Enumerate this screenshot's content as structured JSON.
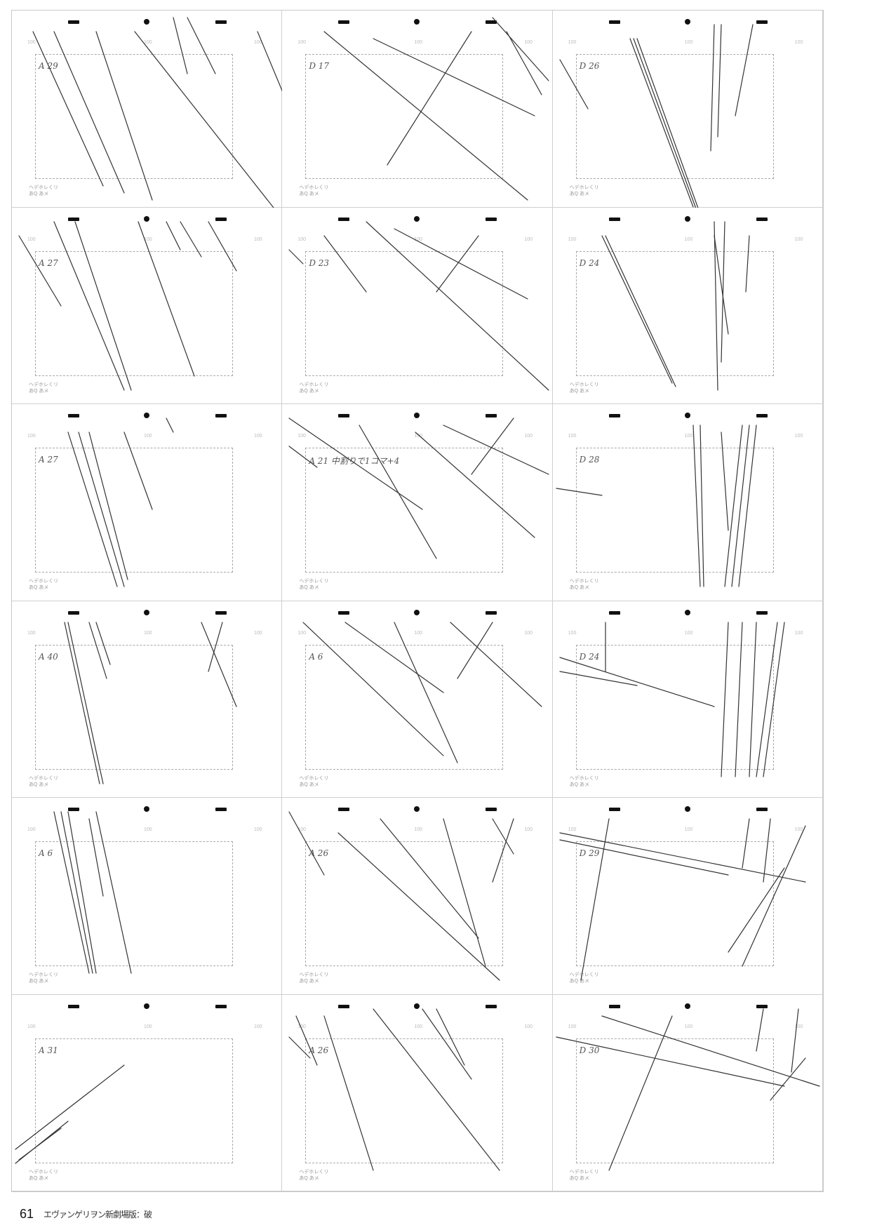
{
  "page": {
    "number": "61",
    "book_title": "エヴァンゲリヲン新劇場版：破"
  },
  "sheet_common": {
    "frame_labels": [
      "100",
      "100",
      "100"
    ],
    "footer_line1": "ヘデホレくリ",
    "footer_line2": "あQ あメ"
  },
  "sheets": [
    {
      "cut": "A 29",
      "strokes": [
        [
          30,
          30,
          130,
          250
        ],
        [
          60,
          30,
          160,
          260
        ],
        [
          120,
          30,
          200,
          270
        ],
        [
          175,
          30,
          380,
          290
        ],
        [
          230,
          10,
          250,
          90
        ],
        [
          250,
          10,
          290,
          90
        ],
        [
          350,
          30,
          400,
          150
        ]
      ]
    },
    {
      "cut": "D 17",
      "strokes": [
        [
          60,
          30,
          350,
          270
        ],
        [
          270,
          30,
          150,
          220
        ],
        [
          130,
          40,
          360,
          150
        ],
        [
          300,
          10,
          380,
          100
        ],
        [
          320,
          30,
          370,
          120
        ]
      ]
    },
    {
      "cut": "D 26",
      "strokes": [
        [
          110,
          40,
          200,
          280
        ],
        [
          115,
          40,
          205,
          285
        ],
        [
          120,
          40,
          210,
          290
        ],
        [
          230,
          20,
          225,
          200
        ],
        [
          240,
          20,
          235,
          180
        ],
        [
          285,
          20,
          260,
          150
        ],
        [
          10,
          70,
          50,
          140
        ]
      ]
    },
    {
      "cut": "A 27",
      "strokes": [
        [
          10,
          40,
          70,
          140
        ],
        [
          60,
          20,
          160,
          260
        ],
        [
          90,
          20,
          170,
          260
        ],
        [
          180,
          20,
          260,
          240
        ],
        [
          220,
          20,
          240,
          60
        ],
        [
          240,
          20,
          270,
          70
        ],
        [
          280,
          20,
          320,
          90
        ]
      ]
    },
    {
      "cut": "D 23",
      "strokes": [
        [
          10,
          60,
          30,
          80
        ],
        [
          60,
          40,
          120,
          120
        ],
        [
          120,
          20,
          380,
          260
        ],
        [
          280,
          40,
          220,
          120
        ],
        [
          160,
          30,
          350,
          130
        ]
      ]
    },
    {
      "cut": "D 24",
      "strokes": [
        [
          70,
          40,
          170,
          250
        ],
        [
          75,
          40,
          175,
          255
        ],
        [
          230,
          20,
          235,
          260
        ],
        [
          245,
          20,
          240,
          220
        ],
        [
          280,
          40,
          275,
          120
        ],
        [
          230,
          40,
          250,
          180
        ]
      ]
    },
    {
      "cut": "A 27",
      "strokes": [
        [
          80,
          40,
          150,
          260
        ],
        [
          95,
          40,
          160,
          260
        ],
        [
          110,
          40,
          165,
          250
        ],
        [
          160,
          40,
          200,
          150
        ],
        [
          220,
          20,
          230,
          40
        ]
      ]
    },
    {
      "cut": "A 21  中割りで1コマ+4",
      "strokes": [
        [
          10,
          20,
          200,
          150
        ],
        [
          10,
          60,
          50,
          90
        ],
        [
          110,
          30,
          220,
          220
        ],
        [
          190,
          40,
          360,
          190
        ],
        [
          330,
          20,
          270,
          100
        ],
        [
          230,
          30,
          380,
          100
        ]
      ]
    },
    {
      "cut": "D 28",
      "strokes": [
        [
          200,
          30,
          210,
          260
        ],
        [
          210,
          30,
          215,
          260
        ],
        [
          270,
          30,
          245,
          260
        ],
        [
          280,
          30,
          255,
          260
        ],
        [
          290,
          30,
          265,
          260
        ],
        [
          240,
          40,
          250,
          180
        ],
        [
          5,
          120,
          70,
          130
        ]
      ]
    },
    {
      "cut": "A 40",
      "strokes": [
        [
          75,
          30,
          125,
          260
        ],
        [
          80,
          30,
          130,
          260
        ],
        [
          110,
          30,
          135,
          110
        ],
        [
          120,
          30,
          140,
          90
        ],
        [
          270,
          30,
          320,
          150
        ],
        [
          300,
          30,
          280,
          100
        ]
      ]
    },
    {
      "cut": "A 6",
      "strokes": [
        [
          30,
          30,
          230,
          220
        ],
        [
          90,
          30,
          230,
          130
        ],
        [
          160,
          30,
          250,
          230
        ],
        [
          240,
          30,
          370,
          150
        ],
        [
          300,
          30,
          250,
          110
        ]
      ]
    },
    {
      "cut": "D 24",
      "strokes": [
        [
          75,
          30,
          75,
          100
        ],
        [
          10,
          80,
          230,
          150
        ],
        [
          10,
          100,
          120,
          120
        ],
        [
          250,
          30,
          240,
          250
        ],
        [
          270,
          30,
          260,
          250
        ],
        [
          290,
          30,
          280,
          250
        ],
        [
          320,
          30,
          290,
          250
        ],
        [
          330,
          30,
          300,
          250
        ]
      ]
    },
    {
      "cut": "A 6",
      "strokes": [
        [
          60,
          20,
          110,
          250
        ],
        [
          70,
          20,
          115,
          250
        ],
        [
          80,
          20,
          120,
          250
        ],
        [
          120,
          20,
          170,
          250
        ],
        [
          110,
          30,
          130,
          140
        ]
      ]
    },
    {
      "cut": "A 26",
      "strokes": [
        [
          10,
          20,
          60,
          110
        ],
        [
          80,
          50,
          310,
          260
        ],
        [
          140,
          30,
          280,
          200
        ],
        [
          230,
          30,
          290,
          240
        ],
        [
          300,
          30,
          330,
          80
        ],
        [
          330,
          30,
          300,
          120
        ]
      ]
    },
    {
      "cut": "D 29",
      "strokes": [
        [
          80,
          30,
          40,
          260
        ],
        [
          10,
          50,
          360,
          120
        ],
        [
          10,
          60,
          250,
          110
        ],
        [
          280,
          30,
          270,
          100
        ],
        [
          310,
          30,
          300,
          120
        ],
        [
          360,
          40,
          270,
          240
        ],
        [
          330,
          100,
          250,
          220
        ]
      ]
    },
    {
      "cut": "A 31",
      "strokes": [
        [
          5,
          220,
          160,
          100
        ],
        [
          5,
          240,
          80,
          180
        ],
        [
          10,
          235,
          70,
          190
        ]
      ]
    },
    {
      "cut": "A 26",
      "strokes": [
        [
          20,
          30,
          50,
          100
        ],
        [
          10,
          60,
          40,
          90
        ],
        [
          60,
          30,
          130,
          250
        ],
        [
          130,
          20,
          310,
          250
        ],
        [
          200,
          20,
          270,
          120
        ],
        [
          220,
          20,
          260,
          100
        ]
      ]
    },
    {
      "cut": "D 30",
      "strokes": [
        [
          70,
          30,
          380,
          130
        ],
        [
          5,
          60,
          330,
          130
        ],
        [
          170,
          30,
          80,
          250
        ],
        [
          300,
          20,
          290,
          80
        ],
        [
          350,
          20,
          340,
          110
        ],
        [
          360,
          90,
          310,
          150
        ]
      ]
    }
  ]
}
